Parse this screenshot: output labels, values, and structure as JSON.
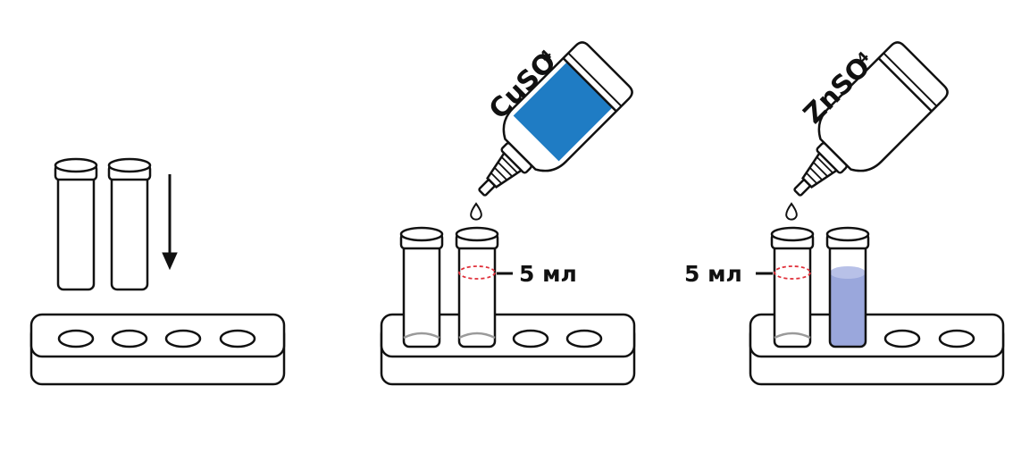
{
  "colors": {
    "outline": "#111111",
    "blue_solution": "#1f7cc4",
    "tube_liquid": "#9aa7dc",
    "volume_mark": "#e0303a",
    "tube_bottom_line": "#9a9a9a"
  },
  "step2": {
    "reagent_label": "CuSO",
    "reagent_subscript": "4",
    "volume_label": "5 мл"
  },
  "step3": {
    "reagent_label": "ZnSO",
    "reagent_subscript": "4",
    "volume_label": "5 мл"
  }
}
